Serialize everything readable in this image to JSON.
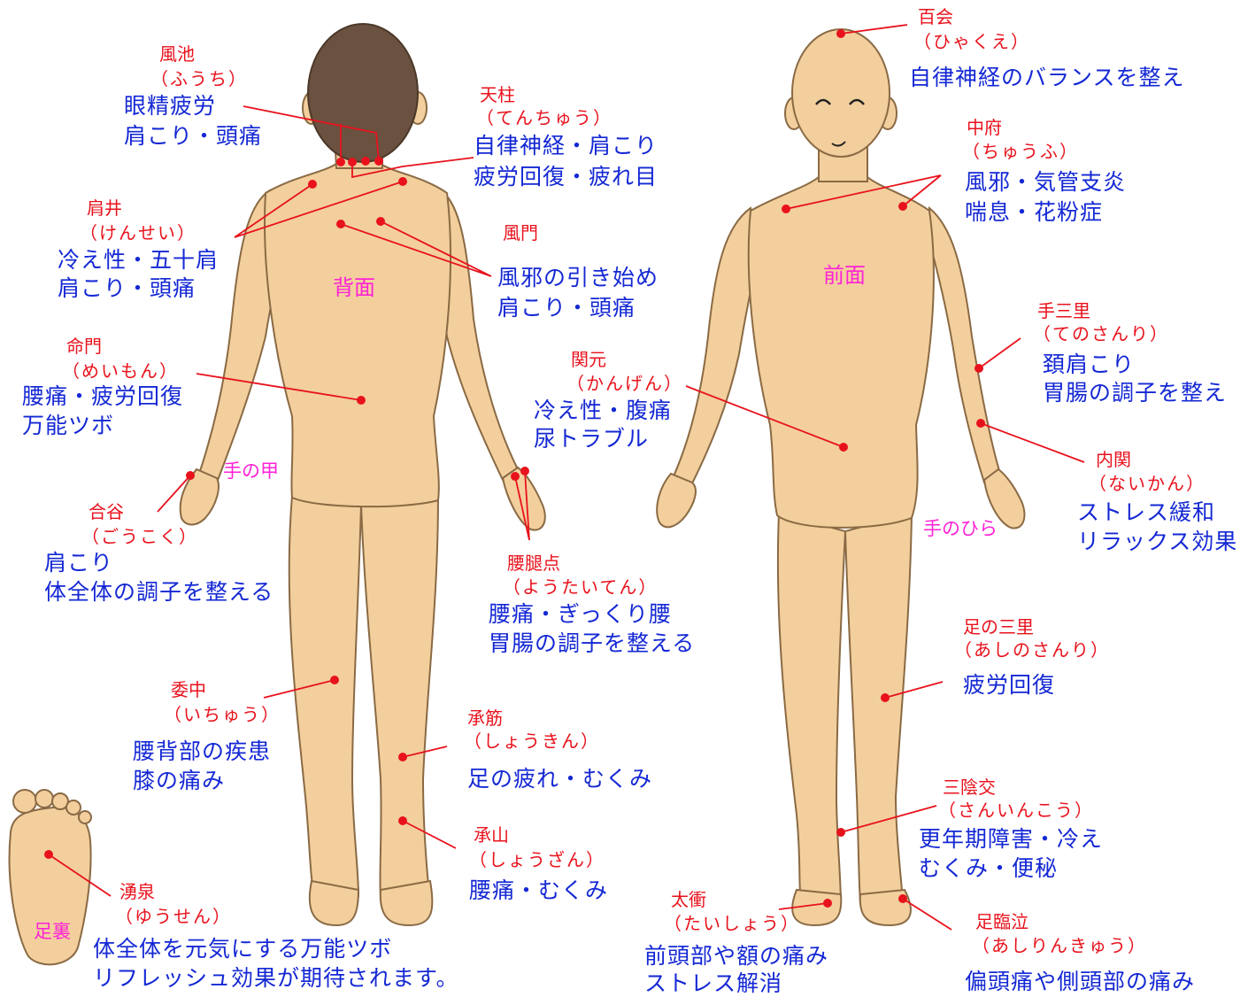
{
  "areas": {
    "back": "背面",
    "front": "前面",
    "back_of_hand": "手の甲",
    "palm": "手のひら",
    "sole": "足裏"
  },
  "points": {
    "fuchi": {
      "name": "風池",
      "reading": "（ふうち）",
      "lines": [
        "眼精疲労",
        "肩こり・頭痛"
      ]
    },
    "tenchu": {
      "name": "天柱",
      "reading": "（てんちゅう）",
      "lines": [
        "自律神経・肩こり",
        "疲労回復・疲れ目"
      ]
    },
    "kensei": {
      "name": "肩井",
      "reading": "（けんせい）",
      "lines": [
        "冷え性・五十肩",
        "肩こり・頭痛"
      ]
    },
    "fumon": {
      "name": "風門",
      "lines": [
        "風邪の引き始め",
        "肩こり・頭痛"
      ]
    },
    "meimon": {
      "name": "命門",
      "reading": "（めいもん）",
      "lines": [
        "腰痛・疲労回復",
        "万能ツボ"
      ]
    },
    "kangen": {
      "name": "関元",
      "reading": "（かんげん）",
      "lines": [
        "冷え性・腹痛",
        "尿トラブル"
      ]
    },
    "goukoku": {
      "name": "合谷",
      "reading": "（ごうこく）",
      "lines": [
        "肩こり",
        "体全体の調子を整える"
      ]
    },
    "youtaiten": {
      "name": "腰腿点",
      "reading": "（ようたいてん）",
      "lines": [
        "腰痛・ぎっくり腰",
        "胃腸の調子を整える"
      ]
    },
    "ichu": {
      "name": "委中",
      "reading": "（いちゅう）",
      "lines": [
        "腰背部の疾患",
        "膝の痛み"
      ]
    },
    "shoukin": {
      "name": "承筋",
      "reading": "（しょうきん）",
      "lines": [
        "足の疲れ・むくみ"
      ]
    },
    "shouzan": {
      "name": "承山",
      "reading": "（しょうざん）",
      "lines": [
        "腰痛・むくみ"
      ]
    },
    "yuusen": {
      "name": "湧泉",
      "reading": "（ゆうせん）",
      "lines": [
        "体全体を元気にする万能ツボ",
        "リフレッシュ効果が期待されます。"
      ]
    },
    "hyakue": {
      "name": "百会",
      "reading": "（ひゃくえ）",
      "lines": [
        "自律神経のバランスを整え"
      ]
    },
    "chuufu": {
      "name": "中府",
      "reading": "（ちゅうふ）",
      "lines": [
        "風邪・気管支炎",
        "喘息・花粉症"
      ]
    },
    "tesanri": {
      "name": "手三里",
      "reading": "（てのさんり）",
      "lines": [
        "頚肩こり",
        "胃腸の調子を整え"
      ]
    },
    "naikan": {
      "name": "内関",
      "reading": "（ないかん）",
      "lines": [
        "ストレス緩和",
        "リラックス効果"
      ]
    },
    "ashisanri": {
      "name": "足の三里",
      "reading": "（あしのさんり）",
      "lines": [
        "疲労回復"
      ]
    },
    "sanninkou": {
      "name": "三陰交",
      "reading": "（さんいんこう）",
      "lines": [
        "更年期障害・冷え",
        "むくみ・便秘"
      ]
    },
    "taishou": {
      "name": "太衝",
      "reading": "（たいしょう）",
      "lines": [
        "前頭部や額の痛み",
        "ストレス解消"
      ]
    },
    "ashirinkyuu": {
      "name": "足臨泣",
      "reading": "（あしりんきゅう）",
      "lines": [
        "偏頭痛や側頭部の痛み"
      ]
    }
  },
  "colors": {
    "skin": "#f3cf9e",
    "outline": "#8a6a44",
    "hair": "#6b5140",
    "point_name": "#e8121c",
    "description": "#1428d4",
    "area_label": "#ff22d6",
    "marker": "#e8121c"
  }
}
